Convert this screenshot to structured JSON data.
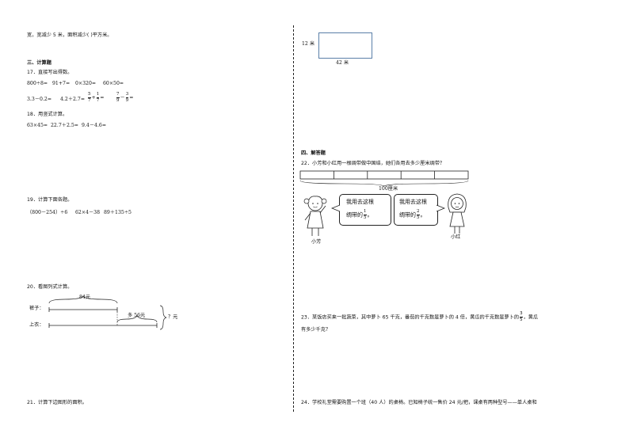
{
  "left": {
    "top_line": "宽，宽减少 5 米，面积减少(         )平方米。",
    "section3_title": "三、计算题",
    "q17_title": "17．直接写出得数。",
    "q17_row1": [
      "800÷8=",
      "91+7=",
      "0×320=",
      "60×50="
    ],
    "q17_row2_plain": [
      "3.3－0.2=",
      "4.2＋2.7="
    ],
    "q17_row2_frac": [
      {
        "a_num": "5",
        "a_den": "7",
        "op": "+",
        "b_num": "1",
        "b_den": "7"
      },
      {
        "a_num": "7",
        "a_den": "9",
        "op": "－",
        "b_num": "3",
        "b_den": "9"
      }
    ],
    "equals": "=",
    "q18_title": "18．用竖式计算。",
    "q18_items": [
      "63×45=",
      "22.7＋2.5=",
      "9.4－4.6="
    ],
    "q19_title": "19．计算下面各题。",
    "q19_items": [
      "（800－254）÷6",
      "62×4－38",
      "89＋135÷5"
    ],
    "q20_title": "20．看图列式计算。",
    "q20_diagram": {
      "label_pants": "裤子：",
      "label_coat": "上衣：",
      "brace_top": "84元",
      "brace_diff": "多 56元",
      "total": "？元"
    },
    "q21_title": "21．计算下边图形的面积。"
  },
  "right": {
    "rect_left": "12 米",
    "rect_bottom": "42 米",
    "section4_title": "四、解答题",
    "q22_title": "22．小芳和小红用一根绸带做中国结，她们各用去多少厘米绸带？",
    "ribbon_label": "100厘米",
    "bubble1": {
      "line1": "我用去这根",
      "line2_pre": "绸带的",
      "num": "1",
      "den": "5",
      "end": "。"
    },
    "bubble2": {
      "line1": "我用去这根",
      "line2_pre": "绸带的",
      "num": "2",
      "den": "5",
      "end": "。"
    },
    "girl1_name": "小芳",
    "girl2_name": "小红",
    "q23_line1_pre": "23．某饭店买来一批蔬菜，其中萝卜 65 千克，番茄的千克数是萝卜的 4 倍，黄瓜的千克数是萝卜的",
    "q23_frac": {
      "num": "3",
      "den": "5"
    },
    "q23_line1_post": "，黄瓜",
    "q23_line2": "有多少千克？",
    "q24_text": "24．学校礼堂需要购置一个班（40 人）的桌椅。已知椅子统一售价 24 元/把，课桌有两种型号——单人桌和"
  }
}
